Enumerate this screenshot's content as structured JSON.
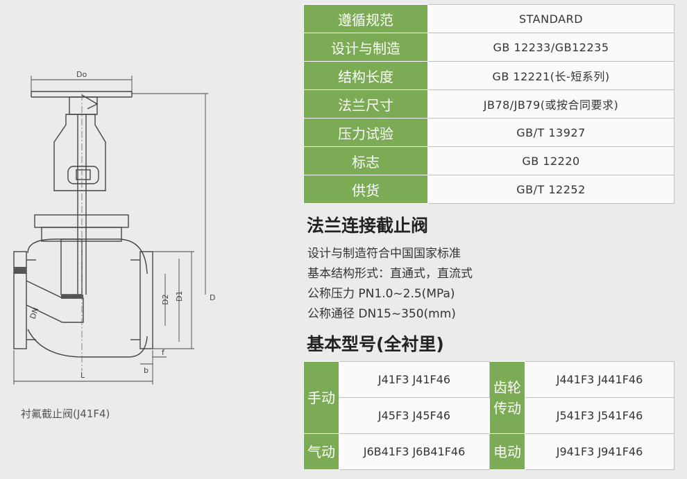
{
  "spec_table": [
    {
      "label": "遵循规范",
      "value": "STANDARD"
    },
    {
      "label": "设计与制造",
      "value": "GB 12233/GB12235"
    },
    {
      "label": "结构长度",
      "value": "GB 12221(长-短系列)"
    },
    {
      "label": "法兰尺寸",
      "value": "JB78/JB79(或按合同要求)"
    },
    {
      "label": "压力试验",
      "value": "GB/T 13927"
    },
    {
      "label": "标志",
      "value": "GB 12220"
    },
    {
      "label": "供货",
      "value": "GB/T 12252"
    }
  ],
  "product_title": "法兰连接截止阀",
  "description": [
    "设计与制造符合中国国家标准",
    "基本结构形式：直通式，直流式",
    "公称压力 PN1.0~2.5(MPa)",
    "公称通径 DN15~350(mm)"
  ],
  "models_title": "基本型号(全衬里)",
  "models": {
    "manual_label": "手动",
    "gear_label_1": "齿轮",
    "gear_label_2": "传动",
    "pneumatic_label": "气动",
    "electric_label": "电动",
    "manual_1": "J41F3 J41F46",
    "manual_2": "J45F3 J45F46",
    "gear_1": "J441F3 J441F46",
    "gear_2": "J541F3 J541F46",
    "pneumatic": "J6B41F3 J6B41F46",
    "electric": "J941F3 J941F46"
  },
  "drawing": {
    "dim_do": "Do",
    "dim_d": "D",
    "dim_d1": "D1",
    "dim_d2": "D2",
    "dim_dn": "DN",
    "dim_l": "L",
    "dim_b": "b",
    "dim_f": "f",
    "caption": "衬氟截止阀(J41F4)"
  }
}
